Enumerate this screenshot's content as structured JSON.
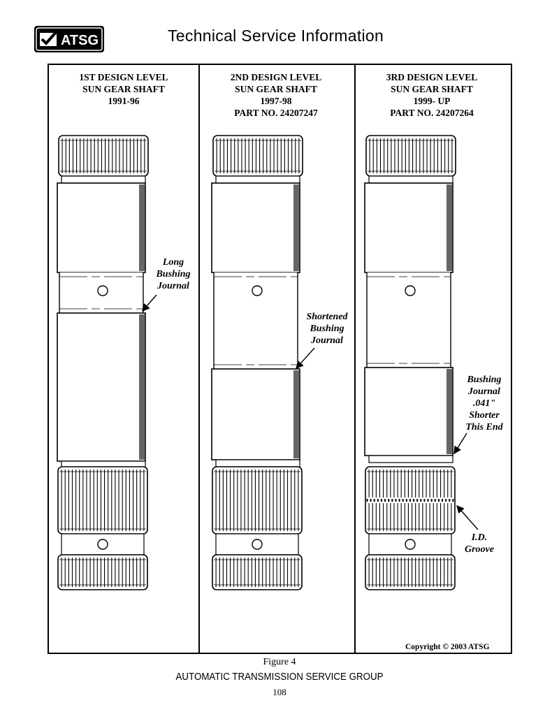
{
  "header": {
    "logo_text": "ATSG",
    "title": "Technical Service Information"
  },
  "columns": [
    {
      "lines": [
        "1ST DESIGN LEVEL",
        "SUN GEAR SHAFT",
        "1991-96"
      ]
    },
    {
      "lines": [
        "2ND DESIGN LEVEL",
        "SUN GEAR SHAFT",
        "1997-98",
        "PART NO. 24207247"
      ]
    },
    {
      "lines": [
        "3RD DESIGN LEVEL",
        "SUN GEAR SHAFT",
        "1999- UP",
        "PART NO. 24207264"
      ]
    }
  ],
  "callouts": {
    "long_journal": [
      "Long",
      "Bushing",
      "Journal"
    ],
    "shortened_journal": [
      "Shortened",
      "Bushing",
      "Journal"
    ],
    "shorter_end": [
      "Bushing",
      "Journal",
      ".041\"",
      "Shorter",
      "This End"
    ],
    "id_groove": [
      "I.D.",
      "Groove"
    ]
  },
  "copyright": "Copyright © 2003 ATSG",
  "footer": {
    "figure": "Figure 4",
    "organization": "AUTOMATIC TRANSMISSION SERVICE GROUP",
    "page_number": "108"
  }
}
